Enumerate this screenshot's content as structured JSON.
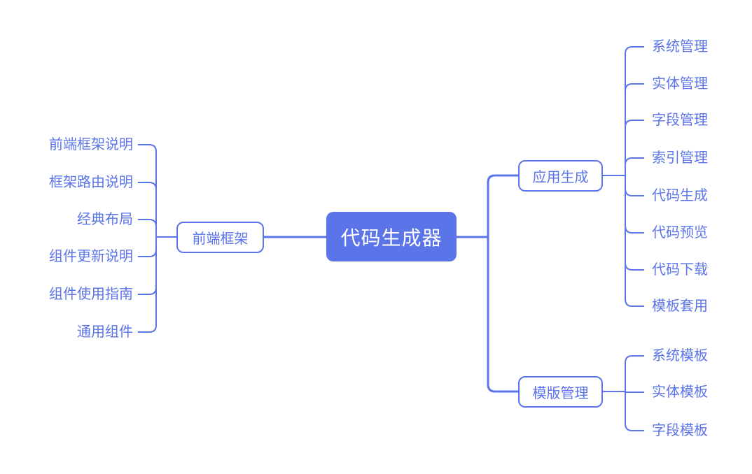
{
  "diagram": {
    "type": "mindmap",
    "root": {
      "label": "代码生成器"
    },
    "branches": [
      {
        "label": "前端框架",
        "side": "left",
        "children": [
          "前端框架说明",
          "框架路由说明",
          "经典布局",
          "组件更新说明",
          "组件使用指南",
          "通用组件"
        ]
      },
      {
        "label": "应用生成",
        "side": "right",
        "children": [
          "系统管理",
          "实体管理",
          "字段管理",
          "索引管理",
          "代码生成",
          "代码预览",
          "代码下载",
          "模板套用"
        ]
      },
      {
        "label": "模版管理",
        "side": "right",
        "children": [
          "系统模板",
          "实体模板",
          "字段模板"
        ]
      }
    ],
    "colors": {
      "accent": "#5b74e8",
      "root_fill": "#5b74e8",
      "root_text": "#ffffff",
      "background": "#ffffff"
    }
  }
}
